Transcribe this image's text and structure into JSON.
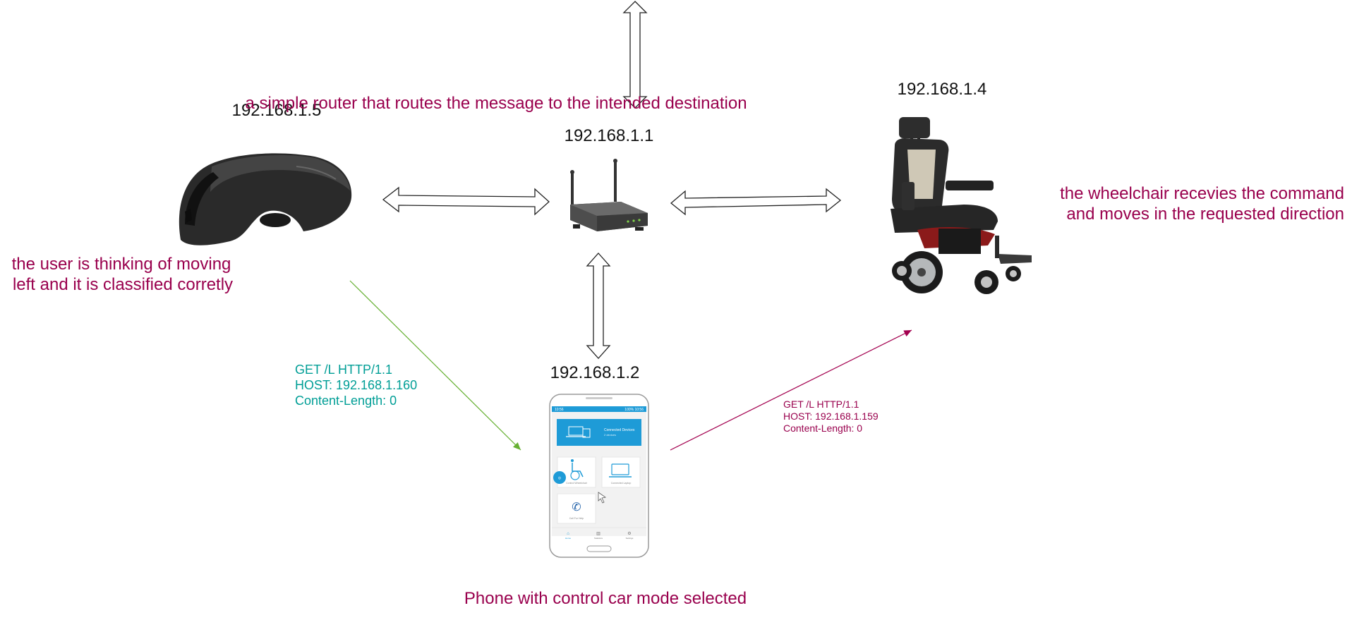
{
  "nodes": {
    "headset": {
      "ip": "192.168.1.5",
      "icon": "eeg-headset-icon"
    },
    "router": {
      "ip": "192.168.1.1",
      "icon": "wifi-router-icon"
    },
    "wheelchair": {
      "ip": "192.168.1.4",
      "icon": "power-wheelchair-icon"
    },
    "phone": {
      "ip": "192.168.1.2",
      "icon": "smartphone-icon",
      "screen": {
        "status_left": "10:56",
        "status_right": "100% 10:56",
        "banner_title": "Connected Devices",
        "banner_sub": "2 devices",
        "tile_wheelchair": "Control Wheelchair",
        "tile_laptop": "Connected Laptop",
        "tile_call": "Call For Help",
        "nav_home": "Home",
        "nav_stats": "Statistics",
        "nav_settings": "Settings"
      }
    }
  },
  "annotations": {
    "router": "a simple router that routes the message to the intended destination",
    "user_line1": "the user is thinking of moving",
    "user_line2": "left and it is classified corretly",
    "wheelchair_line1": "the wheelchair recevies the command",
    "wheelchair_line2": "and moves in the requested direction",
    "phone": "Phone with control car mode selected"
  },
  "messages": {
    "to_phone": [
      "GET /L HTTP/1.1",
      "HOST: 192.168.1.160",
      "Content-Length: 0"
    ],
    "to_wheelchair": [
      "GET /L HTTP/1.1",
      "HOST: 192.168.1.159",
      "Content-Length: 0"
    ]
  },
  "colors": {
    "annotation": "#99004d",
    "message_teal": "#009e96",
    "arrow_green": "#66b032",
    "arrow_magenta": "#a3004f",
    "phone_accent": "#1e9bd7"
  }
}
